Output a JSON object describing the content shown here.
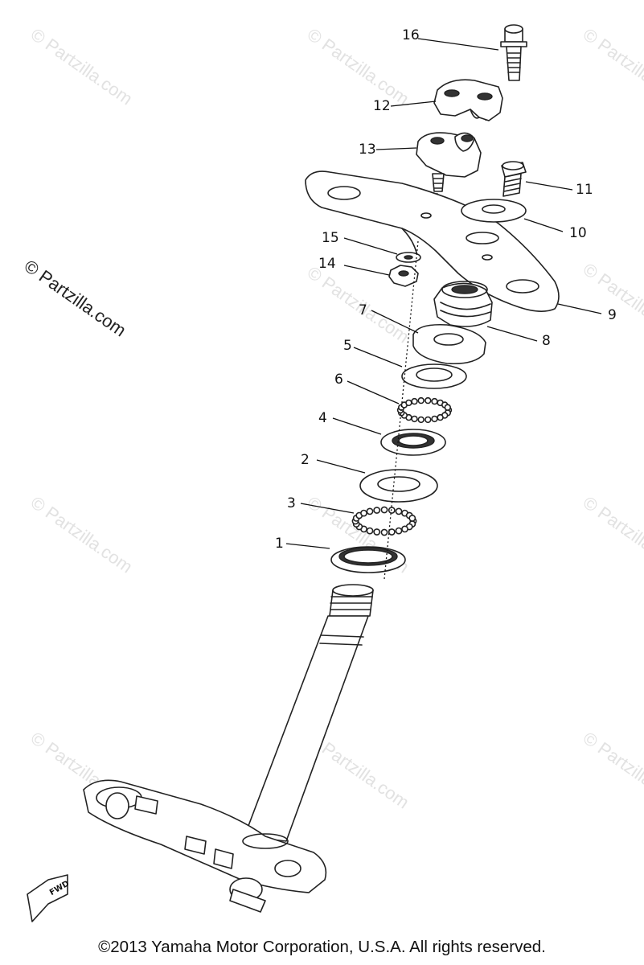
{
  "watermark": {
    "main_text": "© Partzilla.com",
    "faint_text": "© Partzilla.com"
  },
  "callouts": [
    "1",
    "2",
    "3",
    "4",
    "5",
    "6",
    "7",
    "8",
    "9",
    "10",
    "11",
    "12",
    "13",
    "14",
    "15",
    "16"
  ],
  "direction_marker": "FWD",
  "copyright": "©2013 Yamaha Motor Corporation, U.S.A. All rights reserved."
}
